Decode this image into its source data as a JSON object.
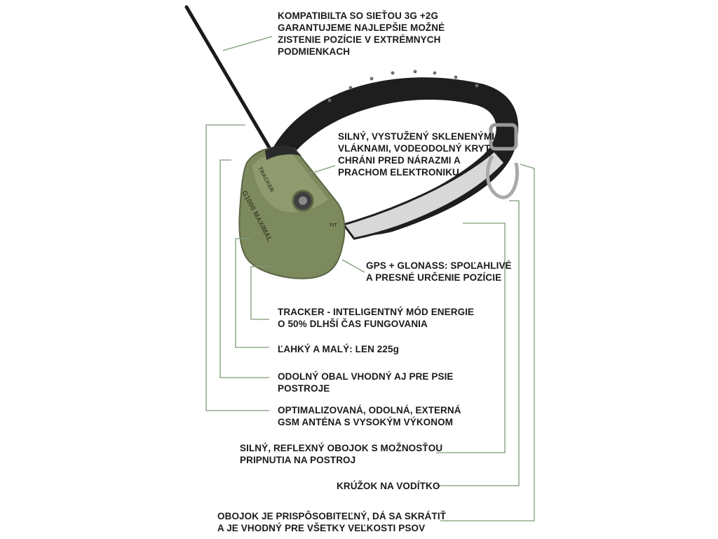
{
  "product": {
    "brand": "TRACKER",
    "model": "G1000 MAXIMAL",
    "brand_sub": "FIT"
  },
  "callouts": [
    {
      "id": "network",
      "text": "KOMPATIBILTA SO SIEŤOU 3G +2G\nGARANTUJEME NAJLEPŠIE MOŽNÉ\nZISTENIE POZÍCIE V EXTRÉMNYCH\nPODMIENKACH"
    },
    {
      "id": "case",
      "text": "SILNÝ, VYSTUŽENÝ SKLENENÝMI\nVLÁKNAMI, VODEODOLNÝ KRYT\nCHRÁNI PRED NÁRAZMI A\nPRACHOM ELEKTRONIKU"
    },
    {
      "id": "gps",
      "text": "GPS + GLONASS: SPOĽAHLIVÉ\nA PRESNÉ URČENIE POZÍCIE"
    },
    {
      "id": "tracker-mode",
      "text": "TRACKER - INTELIGENTNÝ MÓD ENERGIE\nO 50% DLHŠÍ ČAS FUNGOVANIA"
    },
    {
      "id": "weight",
      "text": "ĽAHKÝ A MALÝ:  LEN 225g"
    },
    {
      "id": "cover",
      "text": "ODOLNÝ OBAL VHODNÝ AJ PRE PSIE\nPOSTROJE"
    },
    {
      "id": "antenna",
      "text": "OPTIMALIZOVANÁ, ODOLNÁ, EXTERNÁ\nGSM ANTÉNA S VYSOKÝM VÝKONOM"
    },
    {
      "id": "collar",
      "text": "SILNÝ, REFLEXNÝ OBOJOK S MOŽNOSŤOU\nPRIPNUTIA NA POSTROJ"
    },
    {
      "id": "ring",
      "text": "KRÚŽOK NA VODÍTKO"
    },
    {
      "id": "adjustable",
      "text": "OBOJOK JE PRISPÔSOBITEĽNÝ, DÁ SA SKRÁTIŤ\nA JE VHODNÝ PRE VŠETKY VEĽKOSTI PSOV"
    }
  ],
  "colors": {
    "leader_line": "#7e9a78",
    "device_green": "#7d8a5e",
    "device_dark": "#5b6644",
    "strap": "#1e1e1e",
    "reflective": "#d8d8d8"
  },
  "icons": {
    "product": "gps-collar-illustration"
  }
}
